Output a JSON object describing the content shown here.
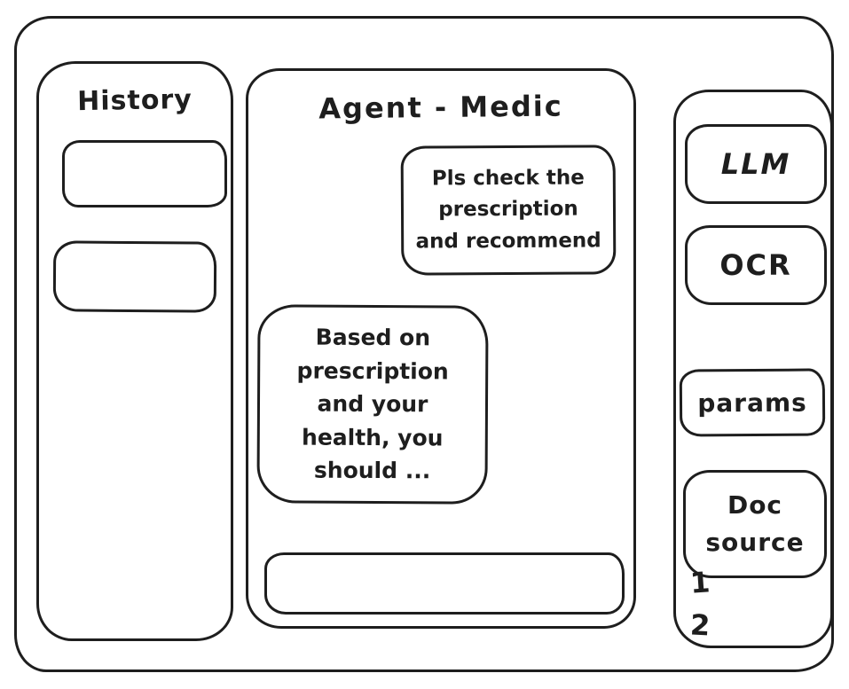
{
  "colors": {
    "ink": "#1e1e1e",
    "background": "#ffffff"
  },
  "history": {
    "title": "History",
    "item_count": 2
  },
  "chat": {
    "title": "Agent - Medic",
    "messages": [
      {
        "role": "user",
        "text": "Pls check the prescription and recommend"
      },
      {
        "role": "assistant",
        "text": "Based on prescription and your health, you should ..."
      }
    ],
    "input": {
      "value": "",
      "placeholder": ""
    }
  },
  "tools": {
    "buttons": [
      {
        "label": "LLM"
      },
      {
        "label": "OCR"
      },
      {
        "label": "params"
      },
      {
        "label": "Doc source"
      }
    ],
    "doc_sources": [
      "1",
      "2"
    ]
  }
}
